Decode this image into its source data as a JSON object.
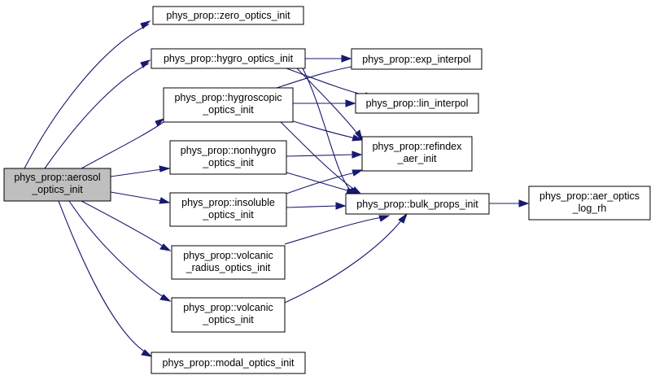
{
  "graph": {
    "nodes": {
      "aerosol": {
        "lines": [
          "phys_prop::aerosol",
          "_optics_init"
        ]
      },
      "zero": {
        "lines": [
          "phys_prop::zero_optics_init"
        ]
      },
      "hygro": {
        "lines": [
          "phys_prop::hygro_optics_init"
        ]
      },
      "hygroscopic": {
        "lines": [
          "phys_prop::hygroscopic",
          "_optics_init"
        ]
      },
      "nonhygro": {
        "lines": [
          "phys_prop::nonhygro",
          "_optics_init"
        ]
      },
      "insoluble": {
        "lines": [
          "phys_prop::insoluble",
          "_optics_init"
        ]
      },
      "volc_radius": {
        "lines": [
          "phys_prop::volcanic",
          "_radius_optics_init"
        ]
      },
      "volcanic": {
        "lines": [
          "phys_prop::volcanic",
          "_optics_init"
        ]
      },
      "modal": {
        "lines": [
          "phys_prop::modal_optics_init"
        ]
      },
      "exp_interpol": {
        "lines": [
          "phys_prop::exp_interpol"
        ]
      },
      "lin_interpol": {
        "lines": [
          "phys_prop::lin_interpol"
        ]
      },
      "refindex": {
        "lines": [
          "phys_prop::refindex",
          "_aer_init"
        ]
      },
      "bulk": {
        "lines": [
          "phys_prop::bulk_props_init"
        ]
      },
      "aer_optics": {
        "lines": [
          "phys_prop::aer_optics",
          "_log_rh"
        ]
      }
    },
    "edge_color": "#191970",
    "root_fill": "#bfbfbf"
  }
}
